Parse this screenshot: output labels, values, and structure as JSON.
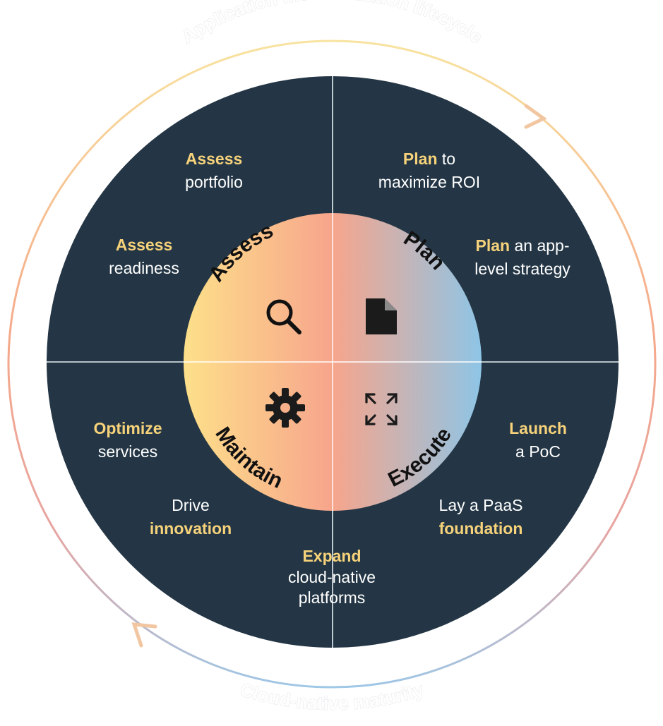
{
  "diagram": {
    "outer_ring": {
      "top_label": "Application modernization lifecycle",
      "bottom_label": "Cloud-native maturity"
    },
    "center": {
      "quadrants": [
        {
          "id": "assess",
          "label": "Assess",
          "icon": "magnifier-icon"
        },
        {
          "id": "plan",
          "label": "Plan",
          "icon": "document-icon"
        },
        {
          "id": "maintain",
          "label": "Maintain",
          "icon": "gear-icon"
        },
        {
          "id": "execute",
          "label": "Execute",
          "icon": "expand-arrows-icon"
        }
      ]
    },
    "statements": {
      "assess_portfolio": {
        "bold": "Assess",
        "text": "portfolio"
      },
      "assess_readiness": {
        "bold": "Assess",
        "text": "readiness"
      },
      "plan_roi": {
        "bold": "Plan",
        "text_inline": "to",
        "text": "maximize ROI"
      },
      "plan_strategy": {
        "bold": "Plan",
        "text_inline": "an app-",
        "text": "level strategy"
      },
      "optimize_services": {
        "bold": "Optimize",
        "text": "services"
      },
      "drive_innovation": {
        "text": "Drive",
        "bold": "innovation"
      },
      "launch_poc": {
        "bold": "Launch",
        "text": "a PoC"
      },
      "lay_foundation": {
        "text": "Lay a PaaS",
        "bold": "foundation"
      },
      "expand_platforms": {
        "bold": "Expand",
        "text1": "cloud-native",
        "text2": "platforms"
      }
    },
    "colors": {
      "panel": "#243645",
      "highlight": "#f6d27a",
      "text": "#ffffff",
      "center_left": "#fde08a",
      "center_mid": "#f7a58c",
      "center_right": "#8ec5e6",
      "ring_warm": "#f5b98c",
      "ring_cool": "#9fc7e6"
    }
  }
}
